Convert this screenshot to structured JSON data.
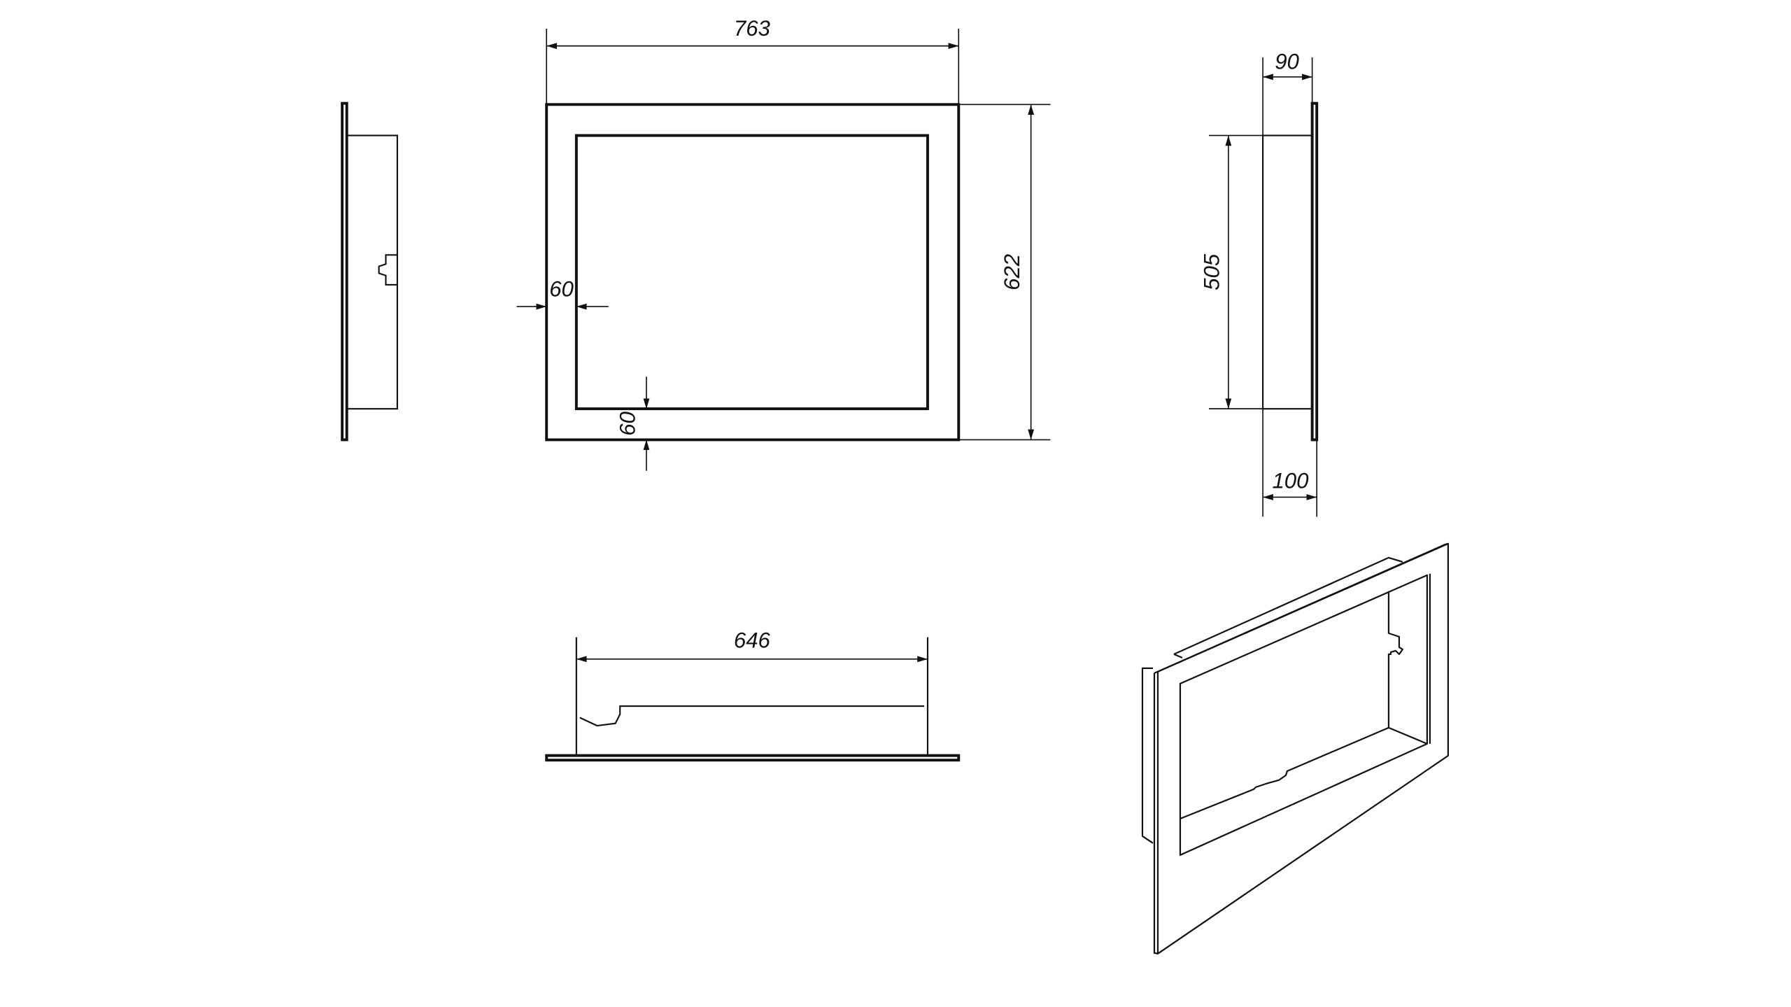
{
  "drawing": {
    "front_view": {
      "width_label": "763",
      "height_label": "622",
      "frame_side_label": "60",
      "frame_bottom_label": "60"
    },
    "side_view": {
      "depth_label": "90",
      "inner_height_label": "505",
      "total_depth_label": "100"
    },
    "bottom_view": {
      "inner_width_label": "646"
    }
  },
  "colors": {
    "line": "#111111",
    "background": "#ffffff"
  }
}
